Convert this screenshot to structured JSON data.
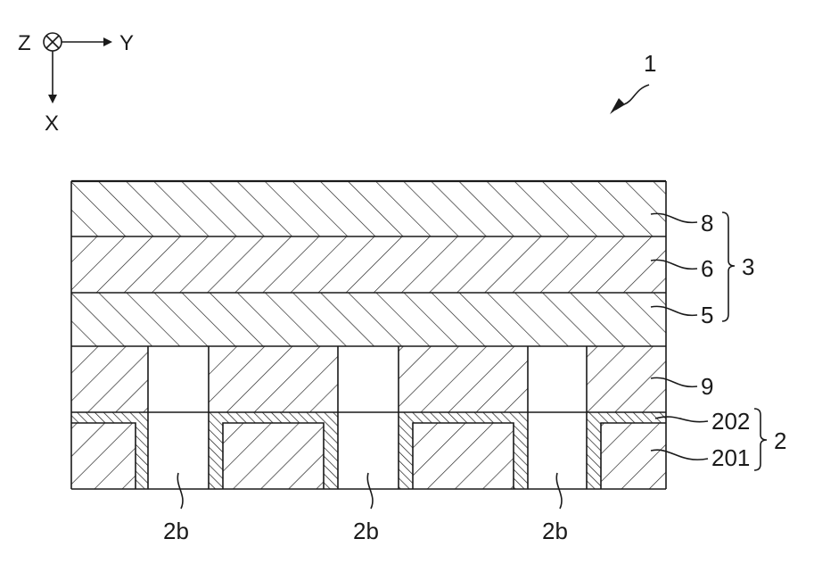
{
  "axes": {
    "z_label": "Z",
    "y_label": "Y",
    "x_label": "X"
  },
  "device_label": "1",
  "layer_labels": {
    "layer_8": "8",
    "layer_6": "6",
    "layer_5": "5",
    "layer_9": "9",
    "layer_202": "202",
    "layer_201": "201"
  },
  "group_labels": {
    "group_3": "3",
    "group_2": "2"
  },
  "hole_labels": [
    "2b",
    "2b",
    "2b"
  ],
  "colors": {
    "line": "#1a1a1a",
    "background": "#ffffff"
  }
}
